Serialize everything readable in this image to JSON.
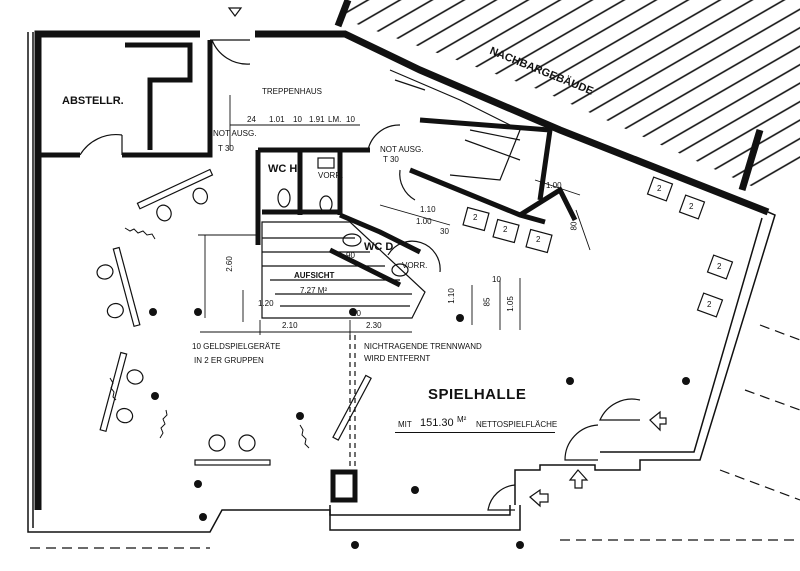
{
  "labels": {
    "abstellraum": "ABSTELLR.",
    "treppenhaus": "TREPPENHAUS",
    "nachbargebaeude": "NACHBARGEBÄUDE",
    "notausgang_1": "NOT AUSG.",
    "t30_1": "T 30",
    "notausgang_2": "NOT AUSG.",
    "t30_2": "T 30",
    "wc_h": "WC  H",
    "vorr_1": "VORR.",
    "wc_d": "WC  D",
    "vorr_2": "VORR.",
    "aufsicht": "AUFSICHT",
    "aufsicht_area": "7.27 M²",
    "geraete_line1": "10 GELDSPIELGERÄTE",
    "geraete_line2": "IN  2 ER GRUPPEN",
    "trennwand_line1": "NICHTRAGENDE TRENNWAND",
    "trennwand_line2": "WIRD ENTFERNT",
    "spielhalle": "SPIELHALLE",
    "flaeche_prefix": "MIT",
    "flaeche_value": "151.30",
    "flaeche_unit": "M²",
    "flaeche_suffix": "NETTOSPIELFLÄCHE"
  },
  "dimensions": {
    "d_top_1": "24",
    "d_top_2": "1.01",
    "d_top_3": "10",
    "d_top_4": "1.91",
    "d_top_5": "LM.",
    "d_top_6": "10",
    "d_260": "2.60",
    "d_120": "1.20",
    "d_210": "2.10",
    "d_230": "2.30",
    "d_10": "10",
    "d_110a": "1.10",
    "d_100a": "1.00",
    "d_90a": "90",
    "d_90b": "90",
    "d_100b": "1.00",
    "d_80": "80",
    "d_30": "30",
    "d_110b": "1.10",
    "d_85": "85",
    "d_105": "1.05",
    "d_10b": "10"
  },
  "machine_label": "2"
}
